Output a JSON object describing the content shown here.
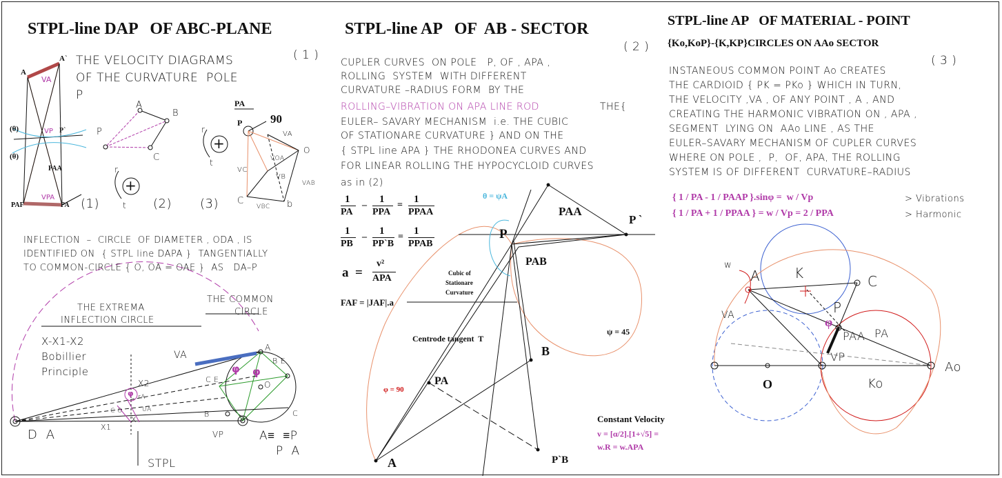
{
  "panel1": {
    "title": "STPL-line DAP   OF ABC-PLANE",
    "heading_lines": [
      "THE VELOCITY DIAGRAMS",
      "OF THE CURVATURE  POLE",
      "P"
    ],
    "num1": "( 1 )",
    "body_lines": [
      "INFLECTION  –  CIRCLE  OF DIAMETER , ODA , IS",
      "IDENTIFIED ON  { STPL line DAPA }  TANGENTIALLY",
      "TO COMMON-CIRCLE { O, OA = OAE }  AS   DA–P"
    ],
    "labels": {
      "A": "A",
      "A2": "A`",
      "VA": "VA",
      "PA": "PA",
      "PAF": "PAF",
      "VP": "VP",
      "P2": "P`",
      "theta1": "(θ)",
      "theta2": "(θ)",
      "PAA": "PAA",
      "VPA": "VPA",
      "n1": "(1)",
      "n2": "(2)",
      "n3": "(3)",
      "triA": "A",
      "triB": "B",
      "triC": "C",
      "triP": "P",
      "rbar1": "r",
      "tbar1": "t",
      "plus1": "+",
      "rbar2": "r",
      "tbar2": "t",
      "plus2": "+",
      "PAbar": "PA",
      "d90": "90",
      "P3": "P",
      "VA3": "VA",
      "O3": "O",
      "VOA": "VOA",
      "VB": "VB",
      "VC": "VC",
      "VAB": "VAB",
      "C3": "C",
      "VBC": "VBC",
      "b3": "b"
    },
    "lower": {
      "extrema": [
        "THE EXTREMA",
        "INFLECTION CIRCLE"
      ],
      "common": [
        "THE COMMON",
        "CIRCLE"
      ],
      "bobillier": [
        "X-X1-X2",
        "Bobillier",
        "Principle"
      ],
      "VA": "VA",
      "A": "A",
      "phi1": "φ",
      "phi2": "φ",
      "phi3": "φ",
      "BE": "B E",
      "CE": "C E",
      "O": "O",
      "X2": "X2",
      "rA": "rA",
      "CO": "C O",
      "UA": "UA",
      "X": "X",
      "X1": "X1",
      "B": "B",
      "C": "C",
      "DA": "D  A",
      "VP": "VP",
      "Aeq": "A≡  ≡P",
      "PA": "P  A",
      "STPL": "STPL"
    }
  },
  "panel2": {
    "title": "STPL-line AP   OF  AB - SECTOR",
    "num2": "( 2 )",
    "text_lines_1": [
      "CUPLER CURVES  ON POLE   P, OF , APA ,",
      "ROLLING  SYSTEM  WITH DIFFERENT",
      "CURVATURE –RADIUS FORM  BY THE"
    ],
    "text_line_mag": "ROLLING–VIBRATION ON APA LINE ROD",
    "text_line_mag_tail": "  THE{",
    "text_lines_2": [
      "EULER– SAVARY MECHANISM  i.e. THE CUBIC",
      "OF STATIONARE CURVATURE } AND ON THE",
      "{ STPL line APA } THE RHODONEA CURVES AND",
      "FOR LINEAR ROLLING THE HYPOCYCLOID CURVES",
      "as in (2)"
    ],
    "eq1": [
      "1",
      "PA",
      "–",
      "1",
      "PPA",
      "=",
      "1",
      "PPAA"
    ],
    "eq2": [
      "1",
      "PB",
      "–",
      "1",
      "PP`B",
      "=",
      "1",
      "PPAB"
    ],
    "eq3": [
      "a  =",
      "v²",
      "APA"
    ],
    "eq4": "FAF = |JAF|.a",
    "labels": {
      "theta": "θ = ψA",
      "PAA": "PAA",
      "P": "P",
      "Pp": "P `",
      "PAB": "PAB",
      "cubic": [
        "Cubic of",
        "Stationare",
        "Curvature"
      ],
      "psi": "ψ = 45",
      "centrode": "Centrode tangent  T",
      "B": "B",
      "phi90": "φ = 90",
      "PA": "PA",
      "A": "A",
      "PpB": "P`B"
    },
    "const": [
      "Constant Velocity",
      "v = [α/2].[1+√5] =",
      "w.R = w.APA"
    ]
  },
  "panel3": {
    "title": "STPL-line AP   OF MATERIAL - POINT",
    "subtitle": "{Ko,KoP}-{K,KP}CIRCLES ON AAo SECTOR",
    "num3": "( 3 )",
    "body_lines": [
      "INSTANEOUS COMMON POINT Ao CREATES",
      "THE CARDIOID { PK = PKo } WHICH IN TURN,",
      "THE VELOCITY ,VA , OF ANY POINT , A , AND",
      "CREATING THE HARMONIC VIBRATION ON , APA ,",
      "SEGMENT  LYING ON  AAo LINE , AS THE",
      "EULER–SAVARY MECHANISM OF CUPLER CURVES",
      "WHERE ON POLE ,  P,  OF, APA, THE ROLLING",
      "SYSTEM IS OF DIFFERENT  CURVATURE–RADIUS"
    ],
    "eqA": "{ 1 / PA - 1 / PAAP }.sinφ =  w / Vp",
    "eqA_note": "> Vibrations",
    "eqB": "{ 1 / PA + 1 / PPAA } = w / Vp = 2 / PPA",
    "eqB_note": "> Harmonic",
    "labels": {
      "w": "w",
      "A": "A",
      "K": "K",
      "C": "C",
      "P": "P",
      "VA": "VA",
      "phi": "φ",
      "PAA": "PAA",
      "PA": "PA",
      "VP": "VP",
      "O": "O",
      "Ko": "Ko",
      "Ao": "Ao"
    }
  },
  "colors": {
    "magenta": "#b03aa8",
    "red": "#d01818",
    "orange": "#e8906a",
    "blue": "#3a5fd0",
    "cyan": "#49b6dc"
  }
}
